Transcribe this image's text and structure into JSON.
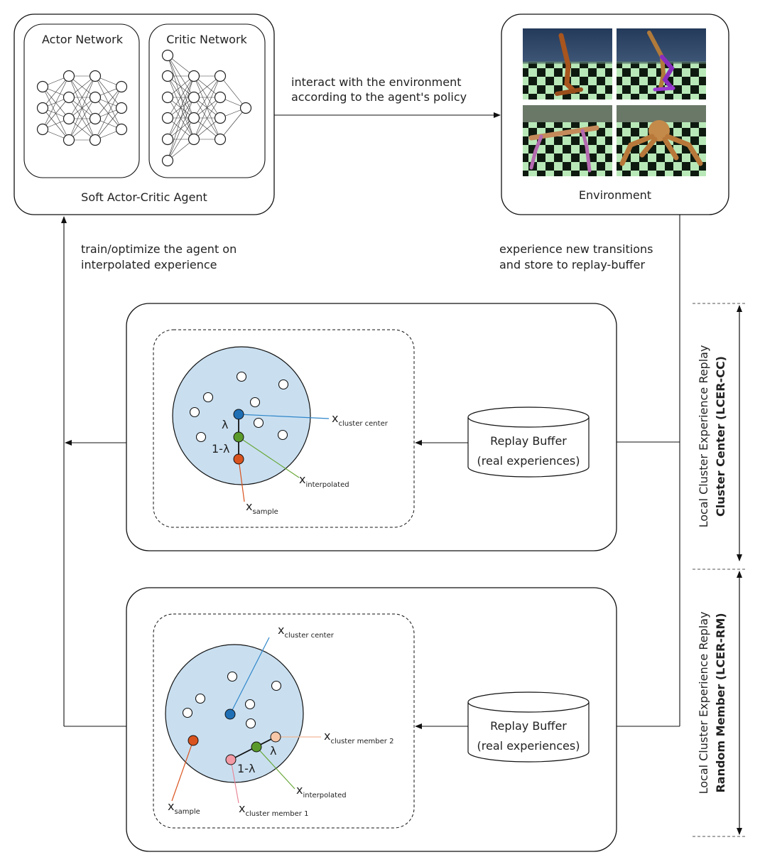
{
  "agent": {
    "title": "Soft Actor-Critic Agent",
    "actor_label": "Actor Network",
    "critic_label": "Critic Network"
  },
  "environment": {
    "title": "Environment",
    "panels": [
      "hopper",
      "walker",
      "half-cheetah",
      "ant"
    ]
  },
  "edges": {
    "interact_line1": "interact with the environment",
    "interact_line2": "according to the agent's policy",
    "train_line1": "train/optimize the agent on",
    "train_line2": "interpolated experience",
    "experience_line1": "experience new transitions",
    "experience_line2": "and store to replay-buffer"
  },
  "cc": {
    "buffer_line1": "Replay Buffer",
    "buffer_line2": "(real experiences)",
    "lambda": "λ",
    "one_minus_lambda": "1-λ",
    "x": "x",
    "center_sub": "cluster center",
    "interp_sub": "interpolated",
    "sample_sub": "sample",
    "side_line1": "Local Cluster Experience Replay",
    "side_line2": "Cluster Center (LCER-CC)"
  },
  "rm": {
    "buffer_line1": "Replay Buffer",
    "buffer_line2": "(real experiences)",
    "lambda": "λ",
    "one_minus_lambda": "1-λ",
    "x": "x",
    "center_sub": "cluster center",
    "member2_sub": "cluster member 2",
    "member1_sub": "cluster member 1",
    "interp_sub": "interpolated",
    "sample_sub": "sample",
    "side_line1": "Local Cluster Experience Replay",
    "side_line2": "Random Member (LCER-RM)"
  },
  "colors": {
    "cluster_fill": "#c9dff0",
    "center": "#1f6fb5",
    "interpolated": "#5a9a2a",
    "sample": "#d9531e",
    "member1": "#f29aa5",
    "member2": "#f7c7a8",
    "center_line": "#2f86c9",
    "interp_line": "#6aa83a",
    "sample_line": "#d9531e",
    "member1_line": "#e8889a",
    "member2_line": "#f0b896"
  }
}
